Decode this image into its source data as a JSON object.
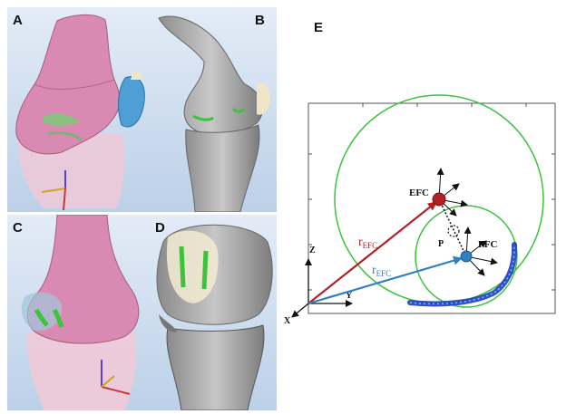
{
  "panels": {
    "a": "A",
    "b": "B",
    "c": "C",
    "d": "D",
    "e": "E"
  },
  "diagram": {
    "efc_label": "EFC",
    "ffc_label": "FFC",
    "p_label": "P",
    "r_efc_main": "r",
    "r_efc_sub": "EFC",
    "r_ffc_main": "r",
    "r_ffc_sub": "EFC",
    "axis_z": "Z",
    "axis_y": "Y",
    "axis_x": "X"
  },
  "colors": {
    "panel_bg": "#c9dbef",
    "bone_pink": "#d98ab2",
    "bone_grey": "#a8a8a8",
    "circle_green": "#3cc33c",
    "efc_red": "#b22222",
    "ffc_blue": "#2f7fc1",
    "point_band": "#1d3fbf"
  }
}
